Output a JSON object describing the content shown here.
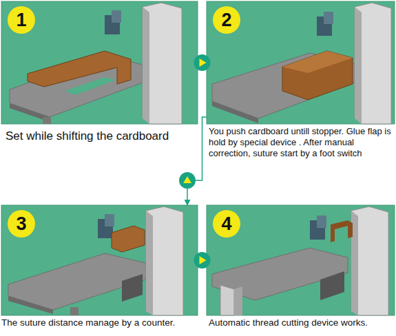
{
  "diagram": {
    "nodes": [
      {
        "text": [
          "1",
          "Set while shifting the cardboard"
        ]
      },
      {
        "text": [
          "2",
          "You push cardboard untill stopper. Glue flap is hold by special device . After manual correction, suture start by a foot switch"
        ]
      },
      {
        "text": [
          "3",
          "The suture distance manage by a counter."
        ]
      },
      {
        "text": [
          "4",
          "Automatic thread cutting device works."
        ]
      }
    ],
    "edges": [
      {
        "from": 0,
        "to": 1,
        "arrow": "to"
      },
      {
        "from": 1,
        "to": 2,
        "arrow": "to"
      },
      {
        "from": 2,
        "to": 3,
        "arrow": "to"
      }
    ]
  }
}
